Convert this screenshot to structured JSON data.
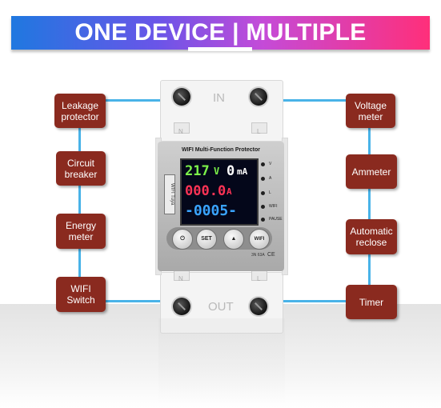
{
  "banner": {
    "title": "ONE DEVICE | MULTIPLE FUNCTIONS"
  },
  "left_features": [
    {
      "label": "Leakage protector"
    },
    {
      "label": "Circuit breaker"
    },
    {
      "label": "Energy meter"
    },
    {
      "label": "WIFI Switch"
    }
  ],
  "right_features": [
    {
      "label": "Voltage meter"
    },
    {
      "label": "Ammeter"
    },
    {
      "label": "Automatic reclose"
    },
    {
      "label": "Timer"
    }
  ],
  "device": {
    "top_terminal": "IN",
    "bottom_terminal": "OUT",
    "top_tab_left": "N",
    "top_tab_right": "L",
    "bottom_tab_left": "N",
    "bottom_tab_right": "L",
    "panel_title": "WIFI Multi-Function Protector",
    "display": {
      "voltage": "217",
      "voltage_unit": "V",
      "leakage": "0",
      "leakage_unit": "mA",
      "current": "000.0",
      "current_unit": "A",
      "energy": "-0005-"
    },
    "indicators": [
      "V",
      "A",
      "L",
      "WIFI",
      "PAUSE"
    ],
    "buttons": {
      "power": "⏻",
      "set": "SET",
      "up": "▲",
      "wifi": "WIFI"
    },
    "wifi_badge": "WIFI Tuya",
    "rating": "3N 63A",
    "ce_mark": "CE"
  },
  "colors": {
    "label_bg": "#8a2a1f",
    "wire": "#49b3e8",
    "banner_start": "#1f78e0",
    "banner_end": "#ff2f7a",
    "lcd_green": "#7cf24a",
    "lcd_red": "#ff3355",
    "lcd_blue": "#3aa4ff",
    "lcd_white": "#ffffff"
  }
}
